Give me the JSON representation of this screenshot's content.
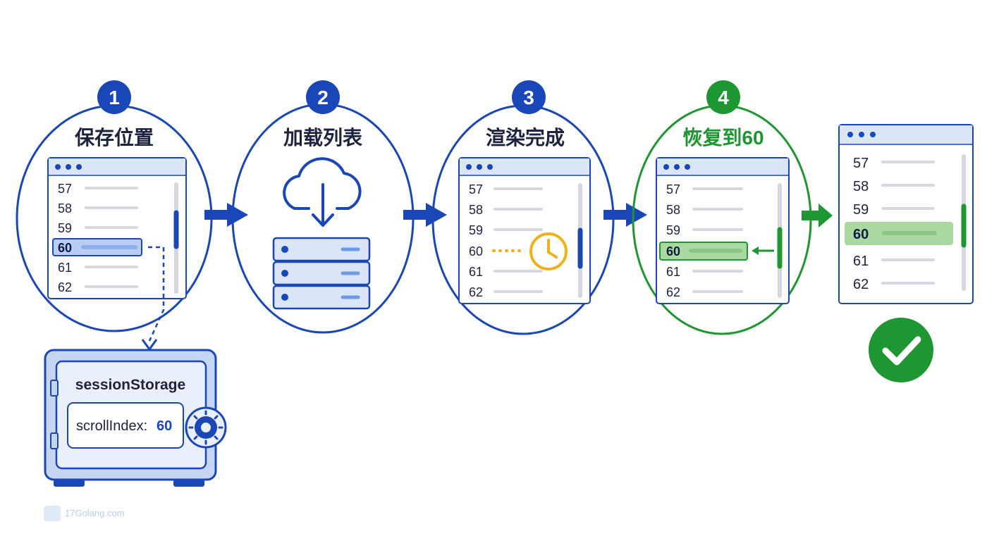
{
  "colors": {
    "blue": "#1a47b8",
    "blue_dark": "#0f3ea6",
    "blue_light": "#dbe5f8",
    "green": "#1e9632",
    "green_light": "#a9d8a1",
    "orange": "#f0b21b",
    "gray_line": "#d5d8de"
  },
  "steps": [
    {
      "number": "1",
      "title": "保存位置"
    },
    {
      "number": "2",
      "title": "加载列表"
    },
    {
      "number": "3",
      "title": "渲染完成"
    },
    {
      "number": "4",
      "title": "恢复到60"
    }
  ],
  "list_rows": [
    "57",
    "58",
    "59",
    "60",
    "61",
    "62"
  ],
  "storage": {
    "title": "sessionStorage",
    "key": "scrollIndex:",
    "value": "60"
  },
  "watermark": "17Golang.com",
  "icons": {
    "cloud": "cloud-download-icon",
    "server": "server-stack-icon",
    "clock": "clock-icon",
    "check": "check-circle-icon",
    "safe": "safe-dial-icon"
  }
}
